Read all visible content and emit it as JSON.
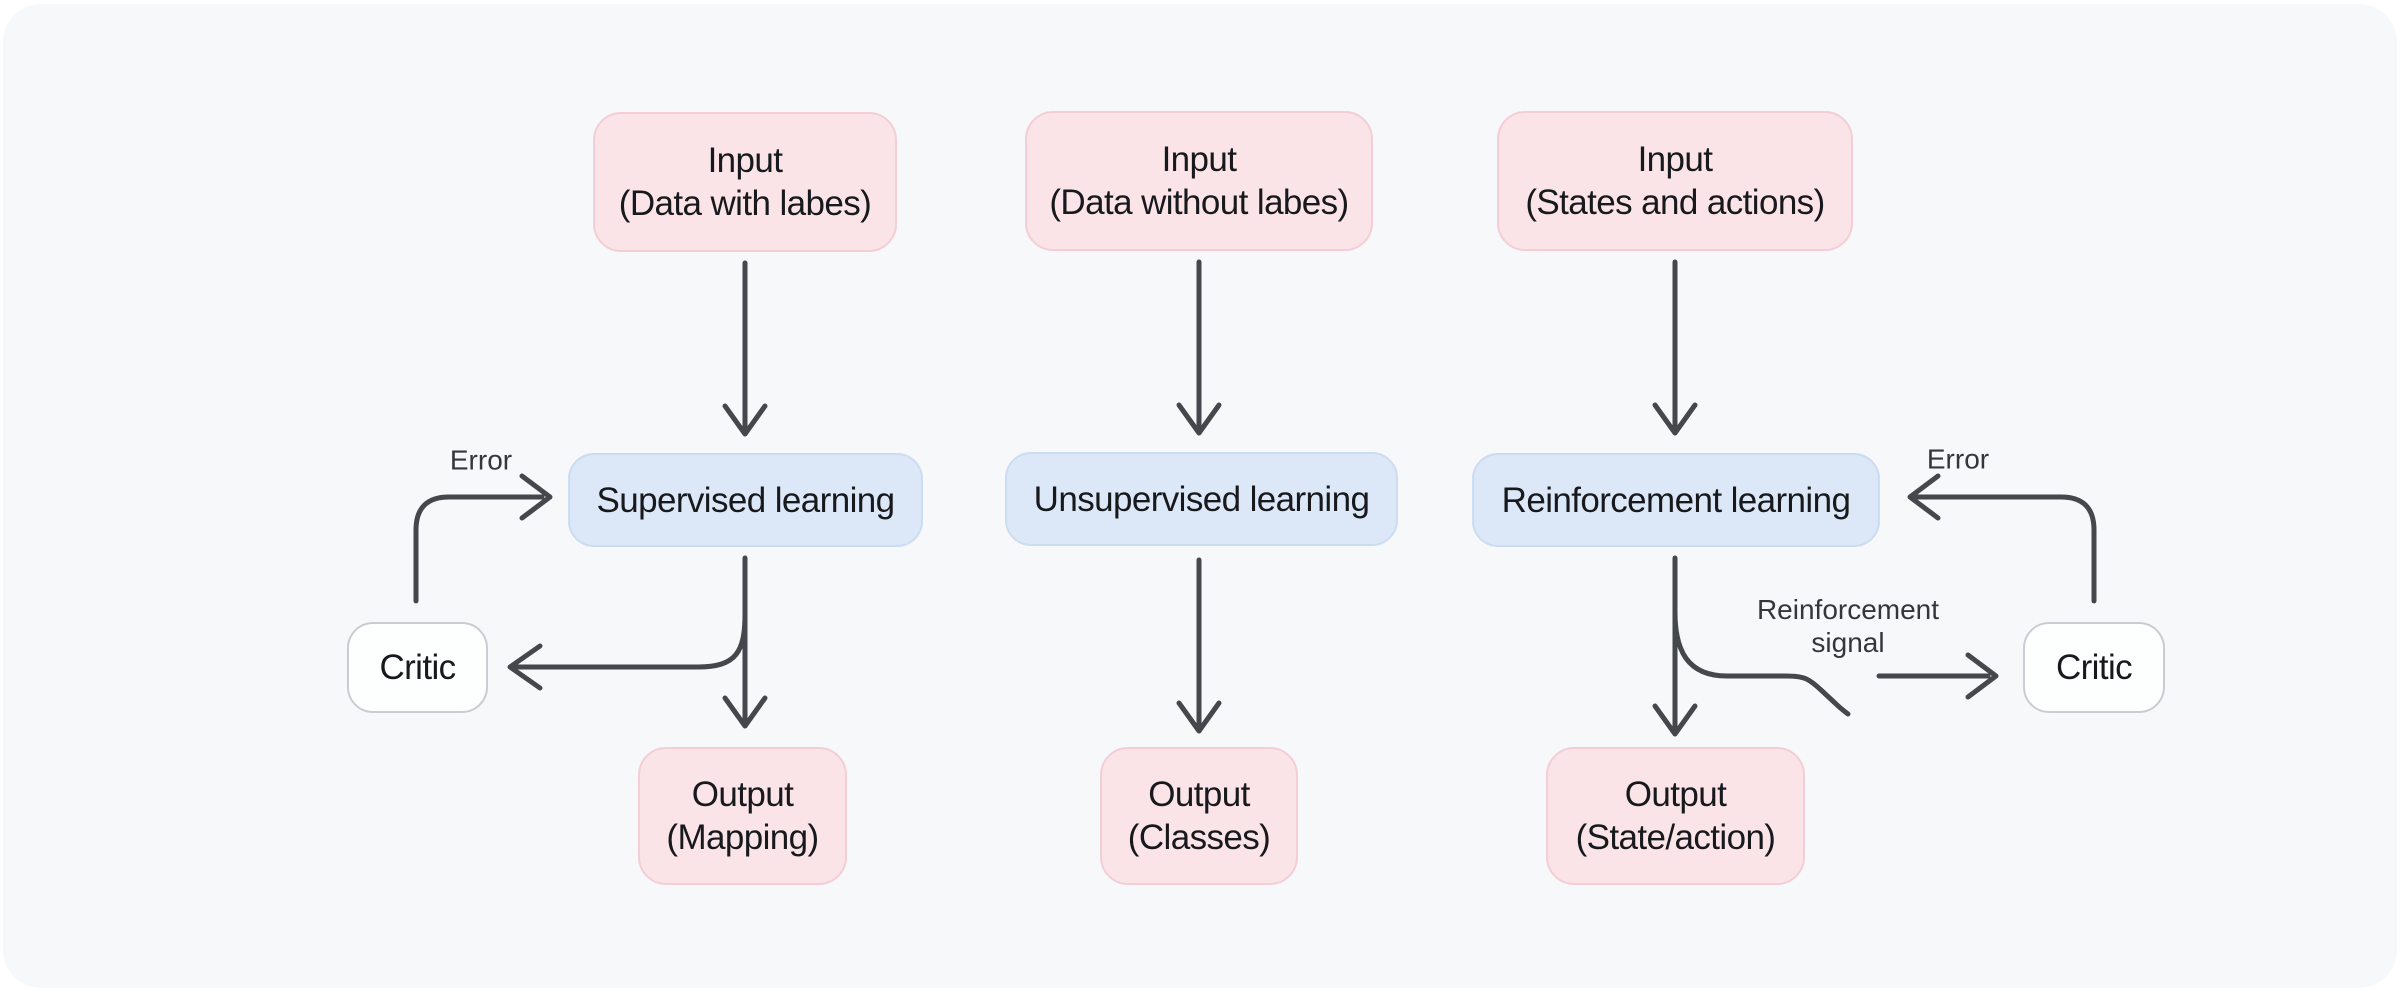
{
  "colors": {
    "outer_bg": "#ffffff",
    "panel_bg": "#f6f8fa",
    "input_output_fill": "#fae4e8",
    "input_output_border": "#f3ced6",
    "process_fill": "#dce8f8",
    "process_border": "#ccdcf1",
    "critic_fill": "#fdfefe",
    "critic_border": "#c9cdd2",
    "arrow": "#44484c",
    "box_text": "#17191d",
    "label_text": "#33373b"
  },
  "diagram": {
    "columns": [
      {
        "input_title": "Input",
        "input_subtitle": "(Data with labes)",
        "process_label": "Supervised learning",
        "output_title": "Output",
        "output_subtitle": "(Mapping)",
        "critic_label": "Critic",
        "error_label": "Error"
      },
      {
        "input_title": "Input",
        "input_subtitle": "(Data without labes)",
        "process_label": "Unsupervised learning",
        "output_title": "Output",
        "output_subtitle": "(Classes)"
      },
      {
        "input_title": "Input",
        "input_subtitle": "(States and actions)",
        "process_label": "Reinforcement learning",
        "output_title": "Output",
        "output_subtitle": "(State/action)",
        "critic_label": "Critic",
        "error_label": "Error",
        "signal_label_line1": "Reinforcement",
        "signal_label_line2": "signal"
      }
    ]
  }
}
